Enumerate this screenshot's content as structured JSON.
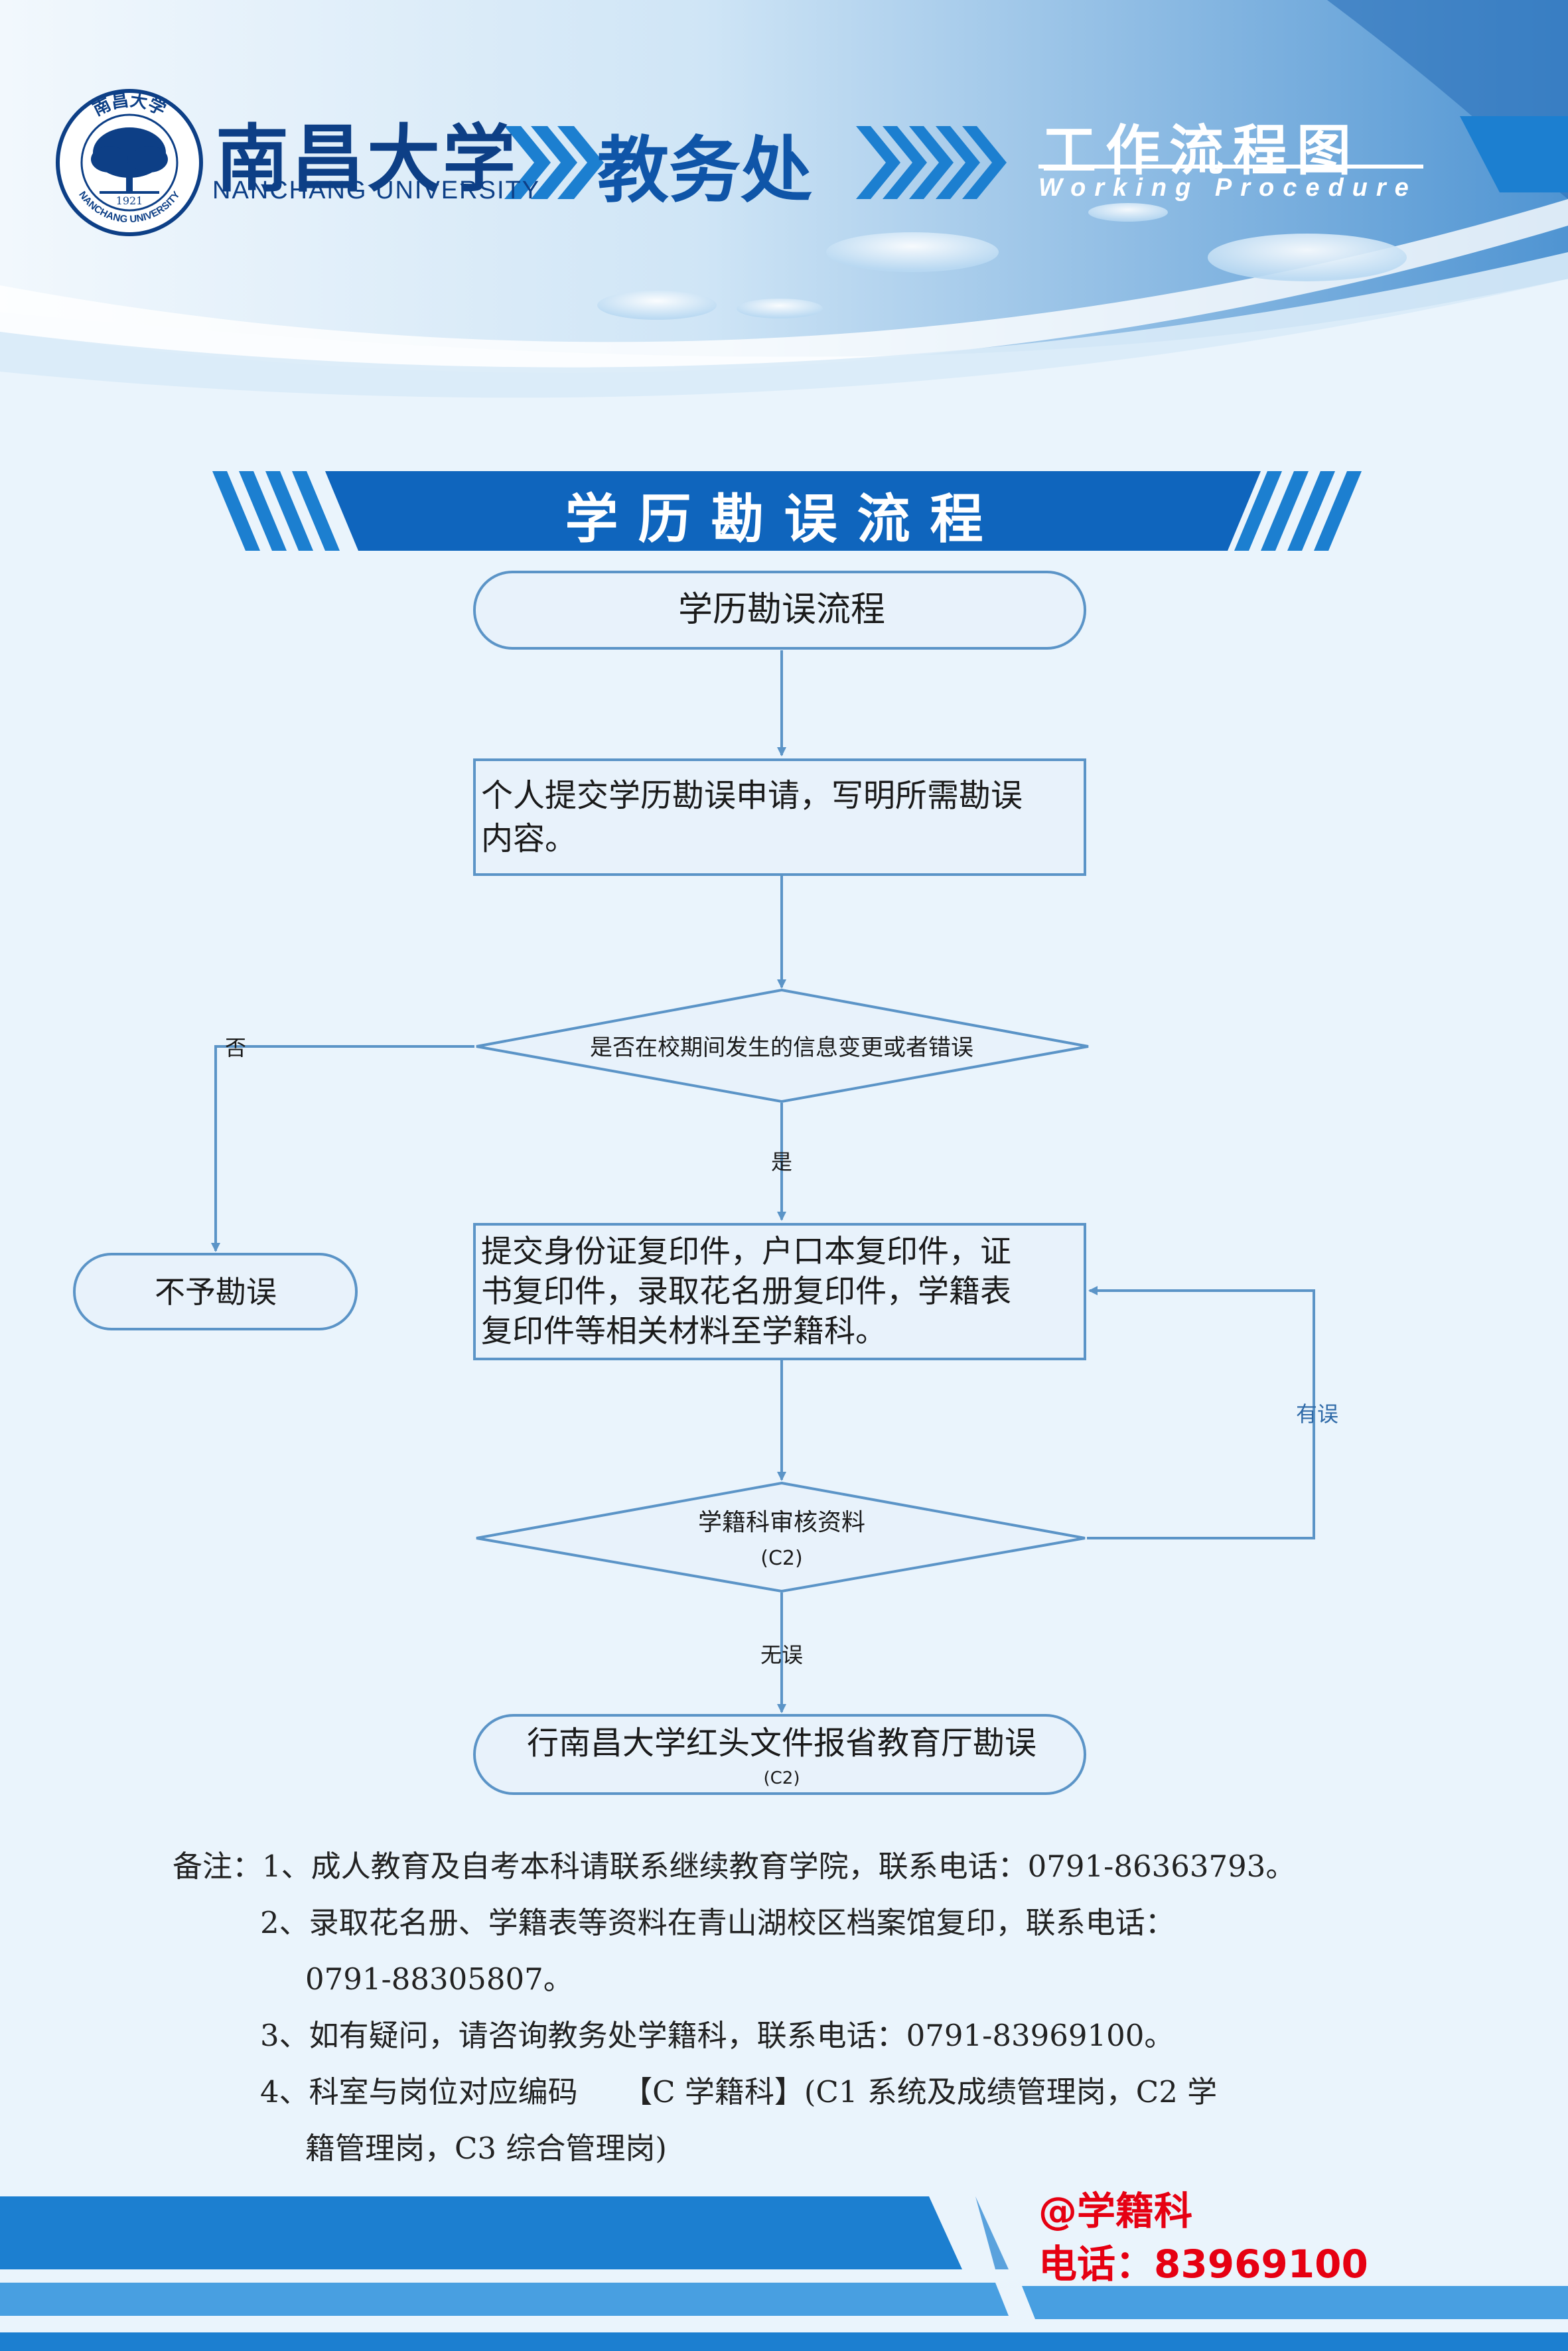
{
  "header": {
    "university_cn": "南昌大学",
    "university_en": "NANCHANG UNIVERSITY",
    "logo": {
      "icon": "nanchang-university-seal",
      "text_cn": "南昌大学",
      "text_en": "NANCHANG UNIVERSITY",
      "year": "1921"
    },
    "department": "教务处",
    "procedure_cn": "工作流程图",
    "procedure_en": "Working Procedure"
  },
  "banner": {
    "title": "学历勘误流程"
  },
  "flowchart": {
    "start": "学历勘误流程",
    "step1": [
      "个人提交学历勘误申请，写明所需勘误",
      "内容。"
    ],
    "decision1": "是否在校期间发生的信息变更或者错误",
    "label_no": "否",
    "label_yes": "是",
    "reject": "不予勘误",
    "step2": [
      "提交身份证复印件，户口本复印件，证",
      "书复印件，录取花名册复印件，学籍表",
      "复印件等相关材料至学籍科。"
    ],
    "decision2": "学籍科审核资料",
    "decision2_code": "(C2)",
    "label_error": "有误",
    "label_ok": "无误",
    "end": "行南昌大学红头文件报省教育厅勘误",
    "end_code": "(C2)"
  },
  "notes": {
    "n1": "备注：1、成人教育及自考本科请联系继续教育学院，联系电话：0791-86363793。",
    "n2a": "2、录取花名册、学籍表等资料在青山湖校区档案馆复印，联系电话：",
    "n2b": "0791-88305807。",
    "n3": "3、如有疑问，请咨询教务处学籍科，联系电话：0791-83969100。",
    "n4a": "4、科室与岗位对应编码　　【C 学籍科】(C1 系统及成绩管理岗，C2 学",
    "n4b": "籍管理岗，C3 综合管理岗)"
  },
  "contact": {
    "line1": "@学籍科",
    "line2": "电话：83969100"
  },
  "colors": {
    "primary_blue": "#0f55a8",
    "banner_blue": "#1c7fd0",
    "box_border": "#5b94c7",
    "node_fill": "#e8f2fb",
    "contact_red": "#e60012"
  }
}
